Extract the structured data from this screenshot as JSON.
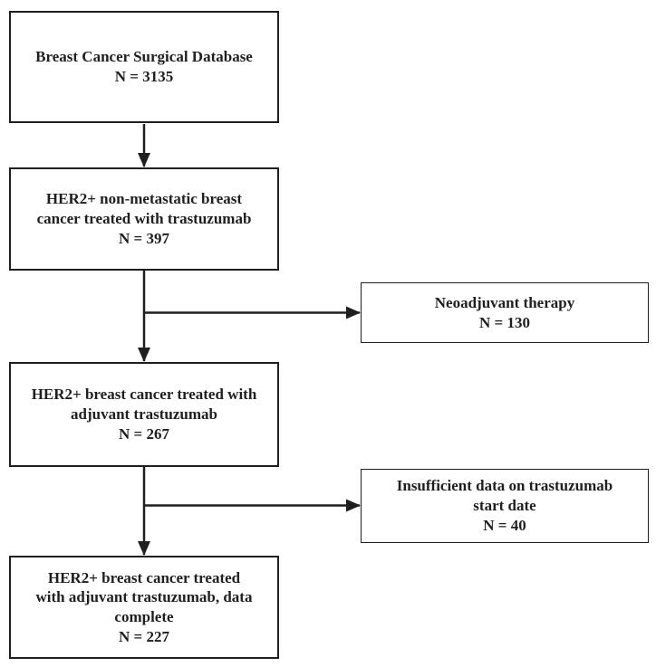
{
  "colors": {
    "ink": "#1f1f1f",
    "background": "#ffffff",
    "box_fill": "#ffffff"
  },
  "flowchart": {
    "type": "patient-flow-diagram",
    "main_nodes": [
      {
        "id": "database",
        "label": "Breast Cancer Surgical Database",
        "n": "N = 3135"
      },
      {
        "id": "her2-nonmet",
        "label": "HER2+ non-metastatic breast\ncancer treated with trastuzumab",
        "n": "N = 397"
      },
      {
        "id": "adjuvant",
        "label": "HER2+ breast cancer treated with\nadjuvant trastuzumab",
        "n": "N = 267"
      },
      {
        "id": "complete",
        "label": "HER2+ breast cancer treated\nwith adjuvant trastuzumab, data\ncomplete",
        "n": "N = 227"
      }
    ],
    "exclusion_nodes": [
      {
        "id": "neoadjuvant",
        "label": "Neoadjuvant therapy",
        "n": "N = 130"
      },
      {
        "id": "insufficient",
        "label": "Insufficient data on trastuzumab\nstart date",
        "n": "N = 40"
      }
    ]
  }
}
